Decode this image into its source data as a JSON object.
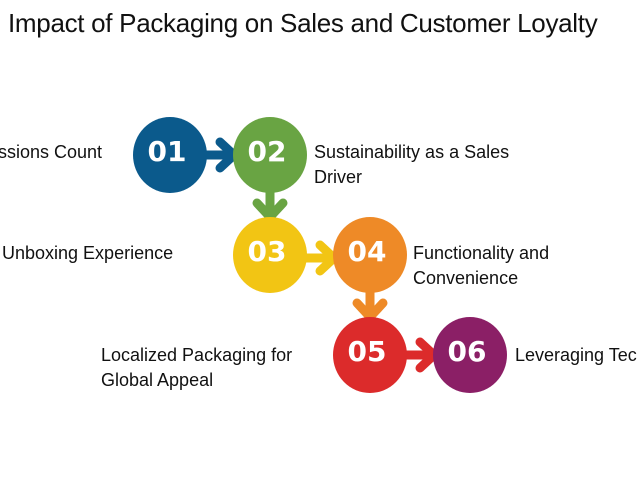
{
  "title": "Impact of Packaging on Sales and Customer Loyalty",
  "steps": [
    {
      "number": "01",
      "label": "ssions Count",
      "color": "#0b5a8c"
    },
    {
      "number": "02",
      "label_line1": "Sustainability as a Sales",
      "label_line2": "Driver",
      "color": "#69a443"
    },
    {
      "number": "03",
      "label": "Unboxing Experience",
      "color": "#f2c514"
    },
    {
      "number": "04",
      "label_line1": "Functionality and",
      "label_line2": "Convenience",
      "color": "#ee8a27"
    },
    {
      "number": "05",
      "label_line1": "Localized Packaging for",
      "label_line2": "Global Appeal",
      "color": "#dc2b2b"
    },
    {
      "number": "06",
      "label": "Leveraging Tec",
      "color": "#8b1f66"
    }
  ]
}
